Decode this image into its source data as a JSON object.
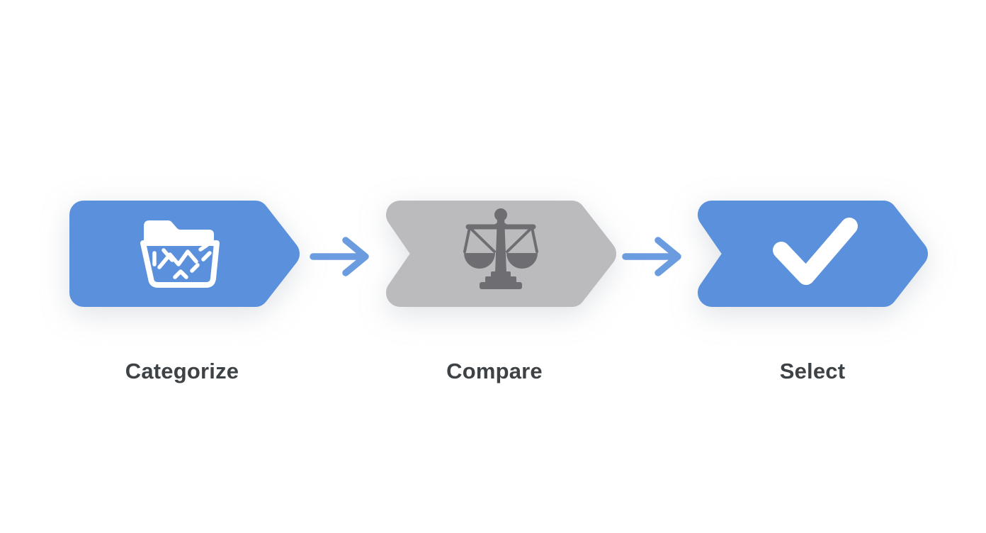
{
  "diagram": {
    "type": "process-flow",
    "steps": [
      {
        "id": "categorize",
        "label": "Categorize",
        "icon": "folder-scribble-icon",
        "shape_color": "#5a90dc"
      },
      {
        "id": "compare",
        "label": "Compare",
        "icon": "balance-scale-icon",
        "shape_color": "#bbbabd"
      },
      {
        "id": "select",
        "label": "Select",
        "icon": "checkmark-icon",
        "shape_color": "#5a90dc"
      }
    ],
    "connectors": [
      {
        "icon": "arrow-right-icon"
      },
      {
        "icon": "arrow-right-icon"
      }
    ],
    "colors": {
      "accent_blue": "#5a90dc",
      "neutral_gray": "#bbbabd",
      "arrow_blue": "#6b9ce0",
      "icon_gray": "#6d6d72",
      "icon_white": "#ffffff",
      "label_text": "#3d4246",
      "background": "#ffffff"
    }
  }
}
